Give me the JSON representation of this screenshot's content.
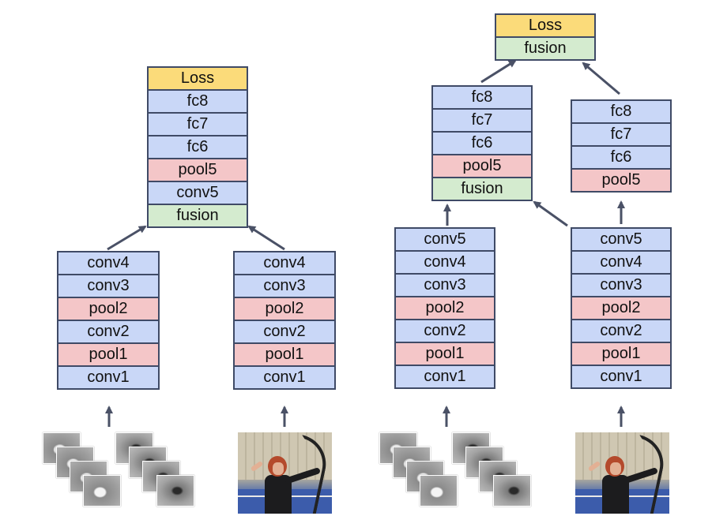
{
  "colors": {
    "conv": "#c9d7f7",
    "pool": "#f4c6c8",
    "fusion": "#d4ebcf",
    "loss": "#fbdb7a",
    "border": "#3f4a66",
    "arrow": "#4a5166"
  },
  "diagram_left": {
    "top_stack": [
      "Loss",
      "fc8",
      "fc7",
      "fc6",
      "pool5",
      "conv5",
      "fusion"
    ],
    "left_stream": [
      "conv4",
      "conv3",
      "pool2",
      "conv2",
      "pool1",
      "conv1"
    ],
    "right_stream": [
      "conv4",
      "conv3",
      "pool2",
      "conv2",
      "pool1",
      "conv1"
    ]
  },
  "diagram_right": {
    "top_stack": [
      "Loss",
      "fusion"
    ],
    "left_fc_stack": [
      "fc8",
      "fc7",
      "fc6",
      "pool5",
      "fusion"
    ],
    "right_fc_stack": [
      "fc8",
      "fc7",
      "fc6",
      "pool5"
    ],
    "left_stream": [
      "conv5",
      "conv4",
      "conv3",
      "pool2",
      "conv2",
      "pool1",
      "conv1"
    ],
    "right_stream": [
      "conv5",
      "conv4",
      "conv3",
      "pool2",
      "conv2",
      "pool1",
      "conv1"
    ]
  },
  "inputs": {
    "optical_flow_icon": "optical-flow-frames",
    "rgb_icon": "rgb-archery-frame"
  }
}
